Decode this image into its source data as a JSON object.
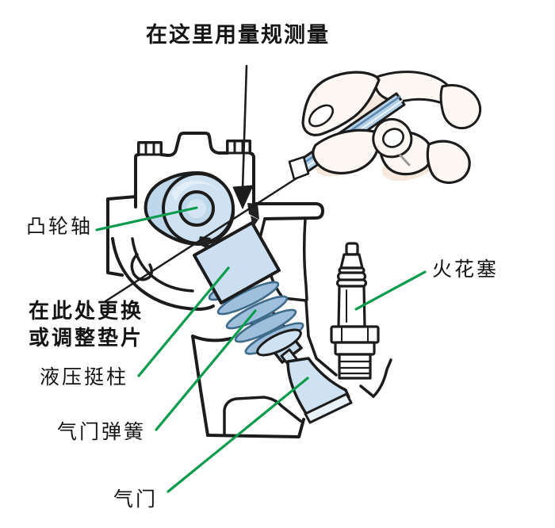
{
  "diagram": {
    "type": "engine-valvetrain-measurement-illustration",
    "title_annotation": "在这里用量规测量",
    "labels": {
      "camshaft": "凸轮轴",
      "shim_note_line1": "在此处更换",
      "shim_note_line2": "或调整垫片",
      "hydraulic_lifter": "液压挺柱",
      "valve_spring": "气门弹簧",
      "valve": "气门",
      "spark_plug": "火花塞"
    },
    "colors": {
      "leader_green": "#0a9b4c",
      "outline_black": "#1c1c1c",
      "part_blue_light": "#cfe2f2",
      "part_blue_mid": "#bed7eb",
      "coil_blue": "#9fc0dc",
      "coil_stroke": "#3f6b8a",
      "gauge_handle_blue": "#b5d2e8",
      "gauge_stripe_blue": "#5d89b0",
      "skin_tint": "#f7e7da"
    }
  }
}
